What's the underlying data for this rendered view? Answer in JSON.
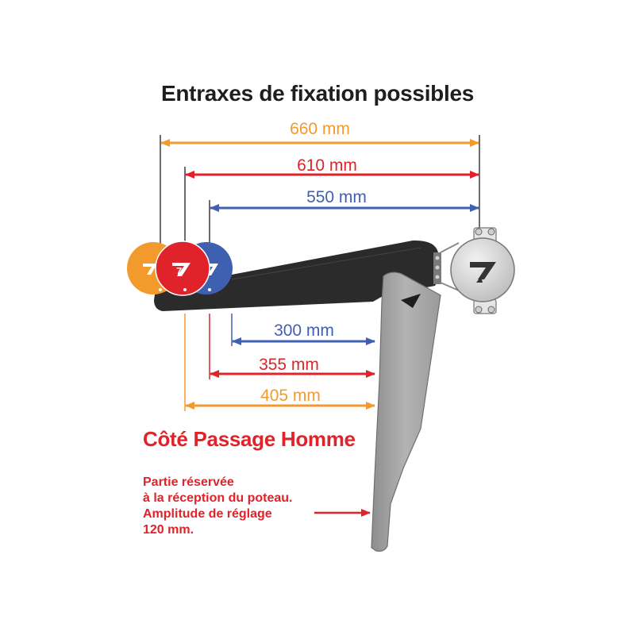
{
  "title": "Entraxes de fixation possibles",
  "colors": {
    "orange": "#f39a2c",
    "red": "#e0232a",
    "blue": "#3f5fb0",
    "arm": "#2b2b2b",
    "post": "#a3a3a3",
    "clamp": "#dcdcdc"
  },
  "dimensions_top": [
    {
      "label": "660 mm",
      "color": "orange"
    },
    {
      "label": "610 mm",
      "color": "red"
    },
    {
      "label": "550 mm",
      "color": "blue"
    }
  ],
  "dimensions_bottom": [
    {
      "label": "300 mm",
      "color": "blue"
    },
    {
      "label": "355 mm",
      "color": "red"
    },
    {
      "label": "405 mm",
      "color": "orange"
    }
  ],
  "side_label": "Côté Passage Homme",
  "note_lines": [
    "Partie réservée",
    "à la réception du poteau.",
    "Amplitude de réglage",
    "120 mm."
  ],
  "disc_logo_glyph": "7"
}
